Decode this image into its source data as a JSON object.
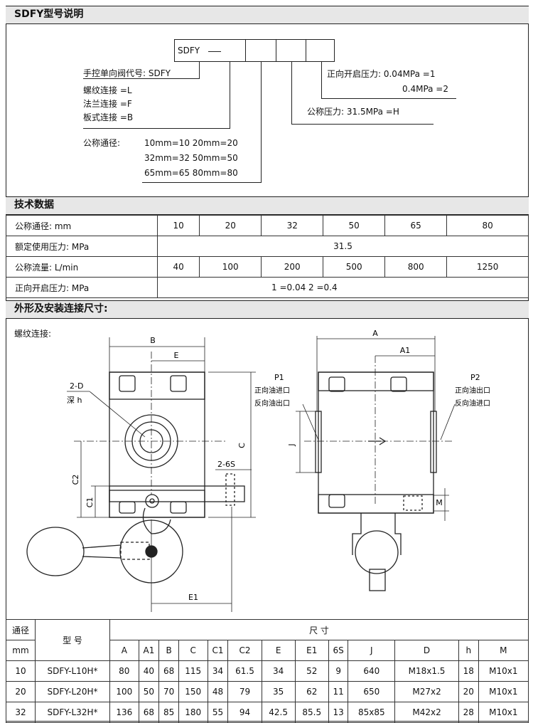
{
  "sections": {
    "model": "SDFY型号说明",
    "tech": "技术数据",
    "dims": "外形及安装连接尺寸:"
  },
  "model_code": {
    "prefix": "SDFY",
    "designation": "手控单向阀代号: SDFY",
    "connections": [
      "螺纹连接      =L",
      "法兰连接      =F",
      "板式连接      =B"
    ],
    "nominal_label": "公称通径:",
    "nominal_rows": [
      "10mm=10   20mm=20",
      "32mm=32   50mm=50",
      "65mm=65   80mm=80"
    ],
    "crack_label": "正向开启压力: 0.04MPa =1",
    "crack_alt": "0.4MPa  =2",
    "pressure": "公称压力: 31.5MPa  =H"
  },
  "tech_table": {
    "rows": [
      {
        "label": "公称通径: mm",
        "values": [
          "10",
          "20",
          "32",
          "50",
          "65",
          "80"
        ]
      },
      {
        "label": "额定使用压力: MPa",
        "merged": "31.5"
      },
      {
        "label": "公称流量: L/min",
        "values": [
          "40",
          "100",
          "200",
          "500",
          "800",
          "1250"
        ]
      },
      {
        "label": "正向开启压力: MPa",
        "merged": "1 =0.04     2 =0.4"
      }
    ]
  },
  "drawing": {
    "thread_label": "螺纹连接:",
    "labels": {
      "B": "B",
      "E": "E",
      "A": "A",
      "A1": "A1",
      "C": "C",
      "C1": "C1",
      "C2": "C2",
      "E1": "E1",
      "J": "J",
      "M": "M",
      "hole": "2-D",
      "depth": "深 h",
      "slot": "2-6S",
      "p1": "P1",
      "p1_in": "正向油进口",
      "p1_out": "反向油出口",
      "p2": "P2",
      "p2_out": "正向油出口",
      "p2_in": "反向油进口"
    }
  },
  "dim_table": {
    "head_bore": "通径",
    "head_unit": "mm",
    "head_model": "型 号",
    "head_size": "尺        寸",
    "columns": [
      "A",
      "A1",
      "B",
      "C",
      "C1",
      "C2",
      "E",
      "E1",
      "6S",
      "J",
      "D",
      "h",
      "M"
    ],
    "rows": [
      {
        "bore": "10",
        "model": "SDFY-L10H*",
        "values": [
          "80",
          "40",
          "68",
          "115",
          "34",
          "61.5",
          "34",
          "52",
          "9",
          "640",
          "M18x1.5",
          "18",
          "M10x1"
        ]
      },
      {
        "bore": "20",
        "model": "SDFY-L20H*",
        "values": [
          "100",
          "50",
          "70",
          "150",
          "48",
          "79",
          "35",
          "62",
          "11",
          "650",
          "M27x2",
          "20",
          "M10x1"
        ]
      },
      {
        "bore": "32",
        "model": "SDFY-L32H*",
        "values": [
          "136",
          "68",
          "85",
          "180",
          "55",
          "94",
          "42.5",
          "85.5",
          "13",
          "85x85",
          "M42x2",
          "28",
          "M10x1"
        ]
      }
    ]
  }
}
